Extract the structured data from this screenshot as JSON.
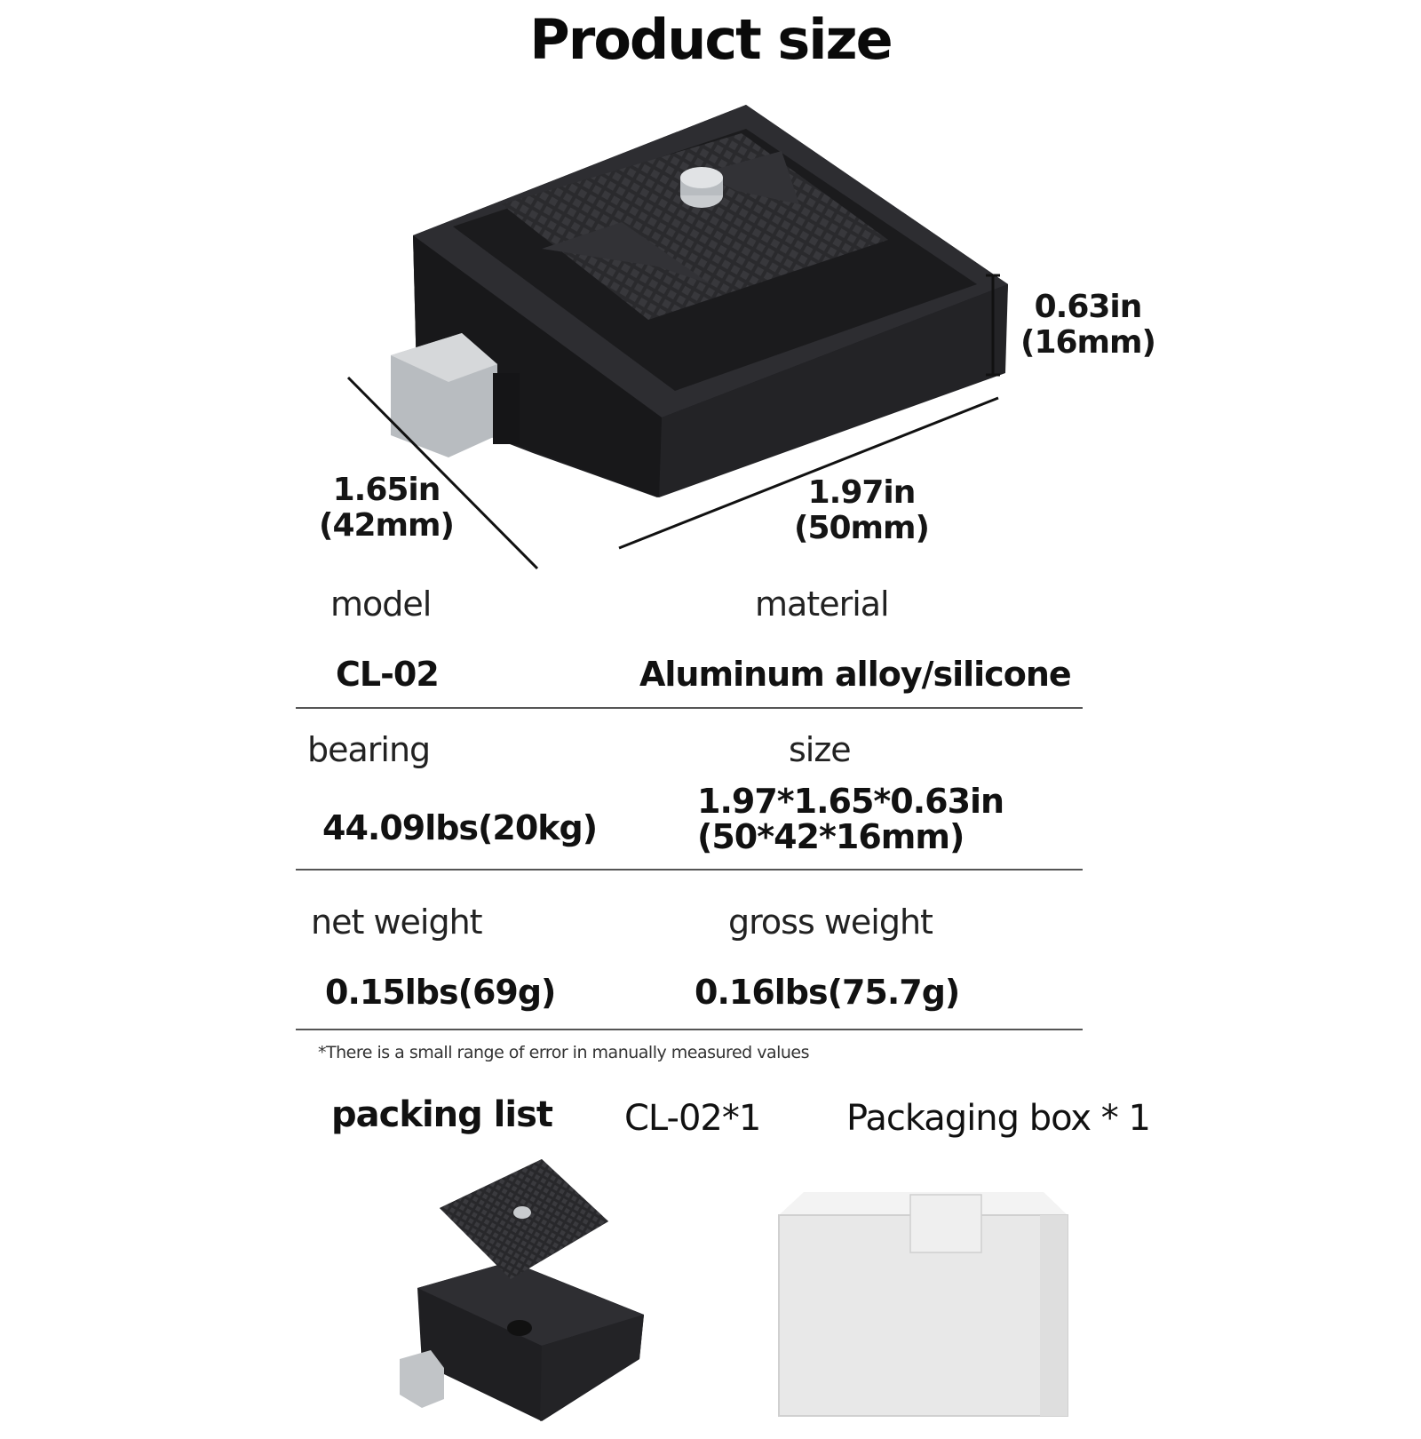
{
  "title": "Product size",
  "dimensions": {
    "height": {
      "line1": "0.63in",
      "line2": "(16mm)"
    },
    "depth": {
      "line1": "1.65in",
      "line2": "(42mm)"
    },
    "width": {
      "line1": "1.97in",
      "line2": "(50mm)"
    }
  },
  "specs": {
    "model_label": "model",
    "model_value": "CL-02",
    "material_label": "material",
    "material_value": "Aluminum alloy/silicone",
    "bearing_label": "bearing",
    "bearing_value": "44.09lbs(20kg)",
    "size_label": "size",
    "size_value_line1": "1.97*1.65*0.63in",
    "size_value_line2": "(50*42*16mm)",
    "net_weight_label": "net weight",
    "net_weight_value": "0.15lbs(69g)",
    "gross_weight_label": "gross weight",
    "gross_weight_value": "0.16lbs(75.7g)"
  },
  "note": "*There is a small range of error in manually measured values",
  "packing": {
    "label": "packing list",
    "item1": "CL-02*1",
    "item2": "Packaging box * 1"
  },
  "colors": {
    "metal": "#2b2b2e",
    "metal_dark": "#1a1a1c",
    "knob": "#b8bcc0",
    "box": "#e9e9e9"
  }
}
